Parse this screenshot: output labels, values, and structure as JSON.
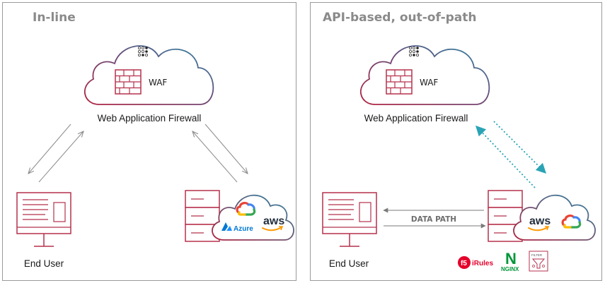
{
  "panels": {
    "inline": {
      "heading": "In-line",
      "firewall_label": "Web Application Firewall",
      "waf_badge": "WAF",
      "user_label": "End User",
      "cloud_logos": {
        "azure": "Azure",
        "aws": "aws"
      }
    },
    "api": {
      "heading": "API-based, out-of-path",
      "firewall_label": "Web Application Firewall",
      "waf_badge": "WAF",
      "user_label": "End User",
      "data_path_label": "DATA PATH",
      "cloud_logos": {
        "aws": "aws"
      },
      "integrations": {
        "irules": "iRules",
        "nginx_letter": "N",
        "nginx": "NGINX",
        "filter": "FILTER"
      }
    }
  },
  "colors": {
    "cloud_gradient_start": "#b02340",
    "cloud_gradient_end": "#2a8aa8",
    "device_stroke": "#b5314c",
    "arrow": "#8c8c8c",
    "dotted_arrow": "#2aa3b5",
    "panel_border": "#9a9a9a"
  },
  "icons": [
    "firewall-brick-icon",
    "dots-logo-icon",
    "monitor-icon",
    "server-icon",
    "google-cloud-icon",
    "azure-icon",
    "aws-icon",
    "f5-icon",
    "nginx-icon",
    "filter-icon"
  ]
}
